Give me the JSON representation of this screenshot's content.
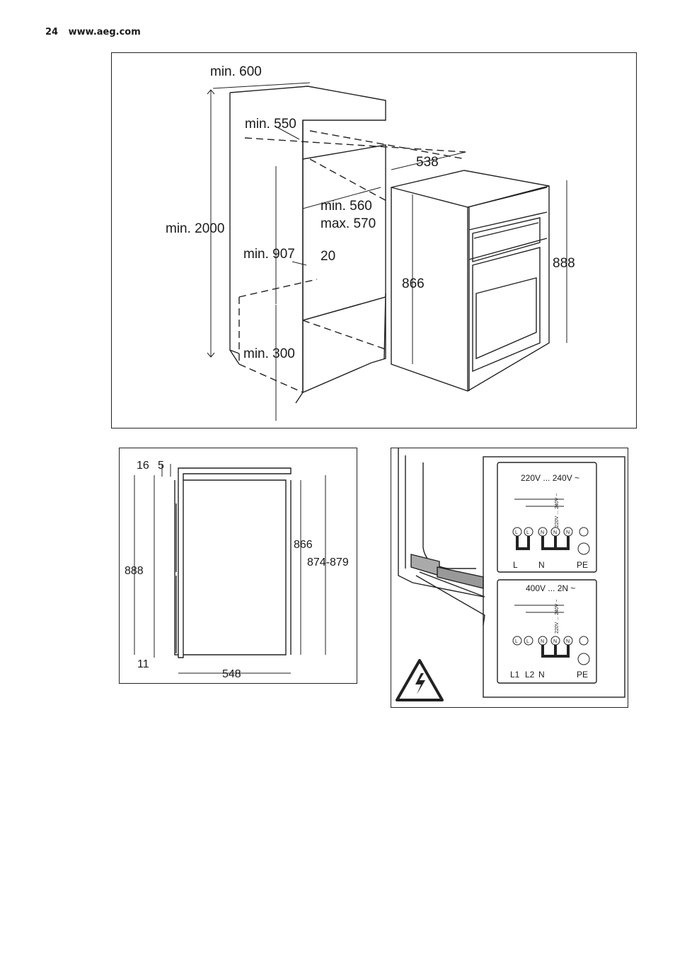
{
  "header": {
    "page_number": "24",
    "website": "www.aeg.com"
  },
  "installation_diagram": {
    "min_width": "min. 600",
    "min_depth": "min. 550",
    "min_height": "min. 2000",
    "niche_height": "min. 907",
    "niche_depth": "min. 560",
    "niche_depth_max": "max. 570",
    "gap": "20",
    "bottom_height": "min. 300",
    "oven_depth": "538",
    "oven_height": "866",
    "front_height": "888"
  },
  "side_diagram": {
    "top_dim_a": "16",
    "top_dim_b": "5",
    "height_left": "888",
    "height_inner": "866",
    "height_range": "874-879",
    "bottom_offset": "11",
    "depth": "548"
  },
  "connection_diagram": {
    "single_phase": {
      "voltage_label": "220V ... 240V ~",
      "rotated_label": "220V ... 240V ~",
      "terminals": [
        "L",
        "L",
        "N",
        "N",
        "N"
      ],
      "labels": [
        "L",
        "N",
        "PE"
      ]
    },
    "two_phase": {
      "voltage_label": "400V ... 2N ~",
      "rotated_label": "220V ... 240V ~",
      "terminals": [
        "L",
        "L",
        "N",
        "N",
        "N"
      ],
      "labels": [
        "L1",
        "L2",
        "N",
        "PE"
      ]
    },
    "warning_icon": "high-voltage-warning-icon"
  }
}
